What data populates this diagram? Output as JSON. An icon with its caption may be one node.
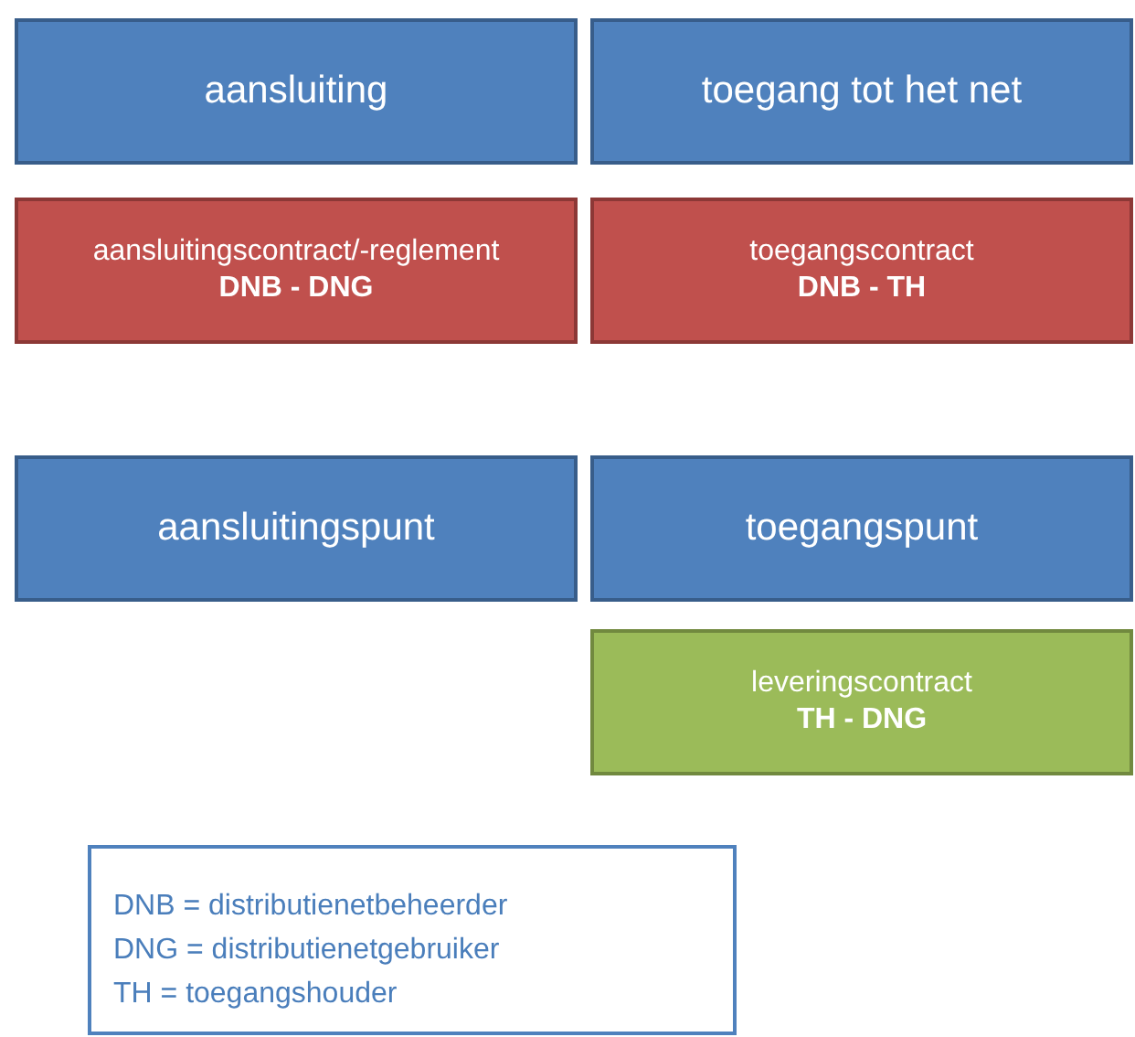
{
  "diagram": {
    "nodes": [
      {
        "text": [
          "aansluiting"
        ]
      },
      {
        "text": [
          "toegang tot het net"
        ]
      },
      {
        "text": [
          "aansluitingscontract/-reglement",
          "DNB - DNG"
        ]
      },
      {
        "text": [
          "toegangscontract",
          "DNB - TH"
        ]
      },
      {
        "text": [
          "aansluitingspunt"
        ]
      },
      {
        "text": [
          "toegangspunt"
        ]
      },
      {
        "text": [
          "leveringscontract",
          "TH - DNG"
        ]
      },
      {
        "text": [
          "DNB = distributienetbeheerder",
          "DNG = distributienetgebruiker",
          "TH = toegangshouder"
        ]
      }
    ]
  }
}
